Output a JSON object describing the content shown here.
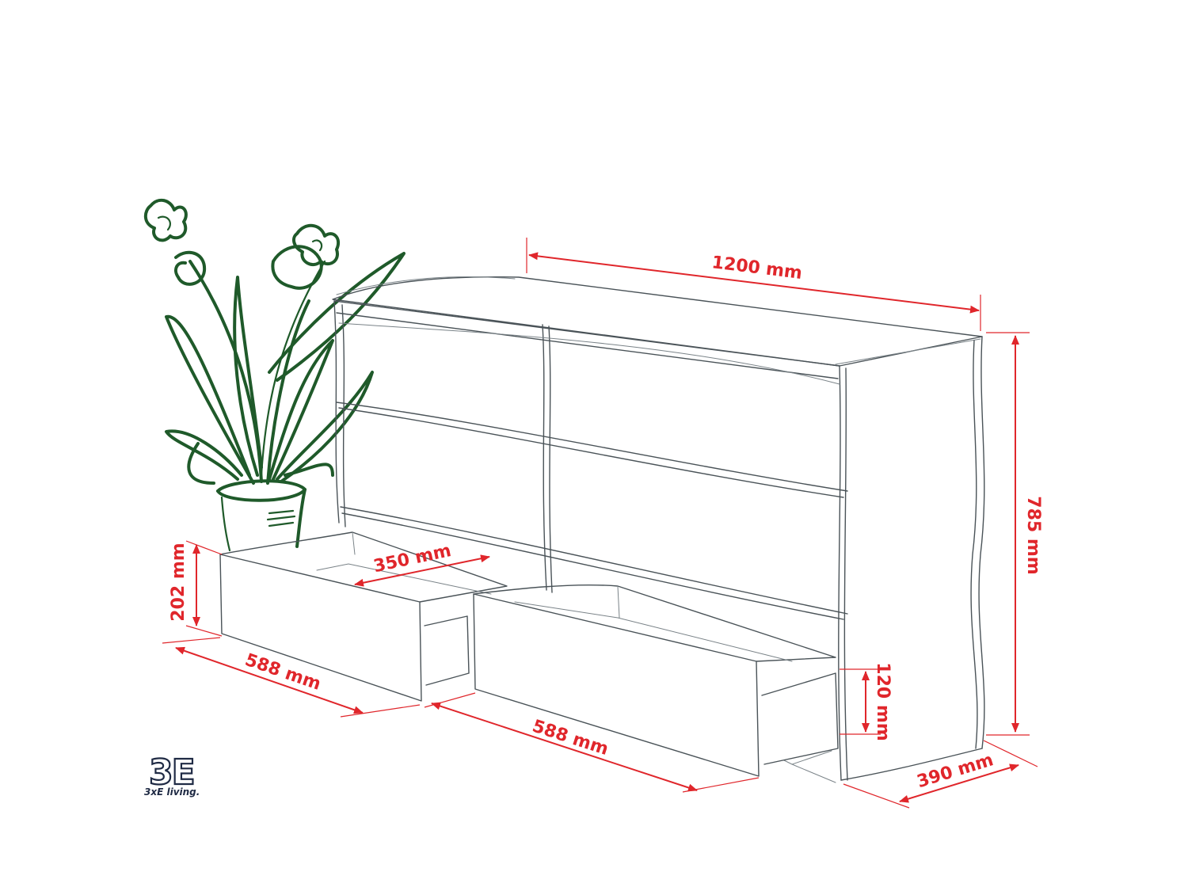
{
  "dimensions": {
    "width": "1200 mm",
    "height": "785 mm",
    "depth": "390 mm",
    "drawer_height": "202 mm",
    "drawer_inner_width": "350 mm",
    "drawer_left_length": "588 mm",
    "drawer_right_length": "588 mm",
    "drawer_side_height": "120 mm"
  },
  "brand": {
    "mark": "3E",
    "name": "3xE living."
  },
  "colors": {
    "dimension": "#e0262b",
    "sketch": "#4a5358",
    "plant": "#1f5a2a",
    "logo": "#1f2a44"
  },
  "icons": {
    "plant": "potted-orchid-icon",
    "logo": "3e-logo-icon"
  }
}
